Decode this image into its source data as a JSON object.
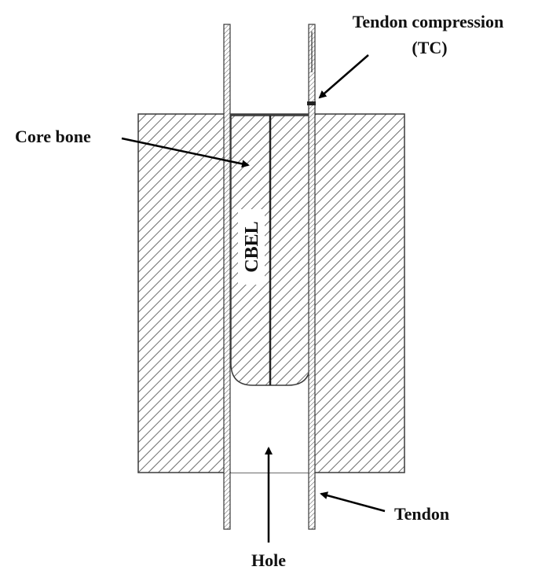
{
  "labels": {
    "tendon_compression": "Tendon compression",
    "tendon_compression_abbr": "(TC)",
    "core_bone": "Core bone",
    "cbel": "CBEL",
    "tendon": "Tendon",
    "hole": "Hole"
  },
  "colors": {
    "hatch": "#4a4a4a",
    "outline": "#3a3a3a",
    "arrow": "#000000",
    "background": "#ffffff"
  }
}
